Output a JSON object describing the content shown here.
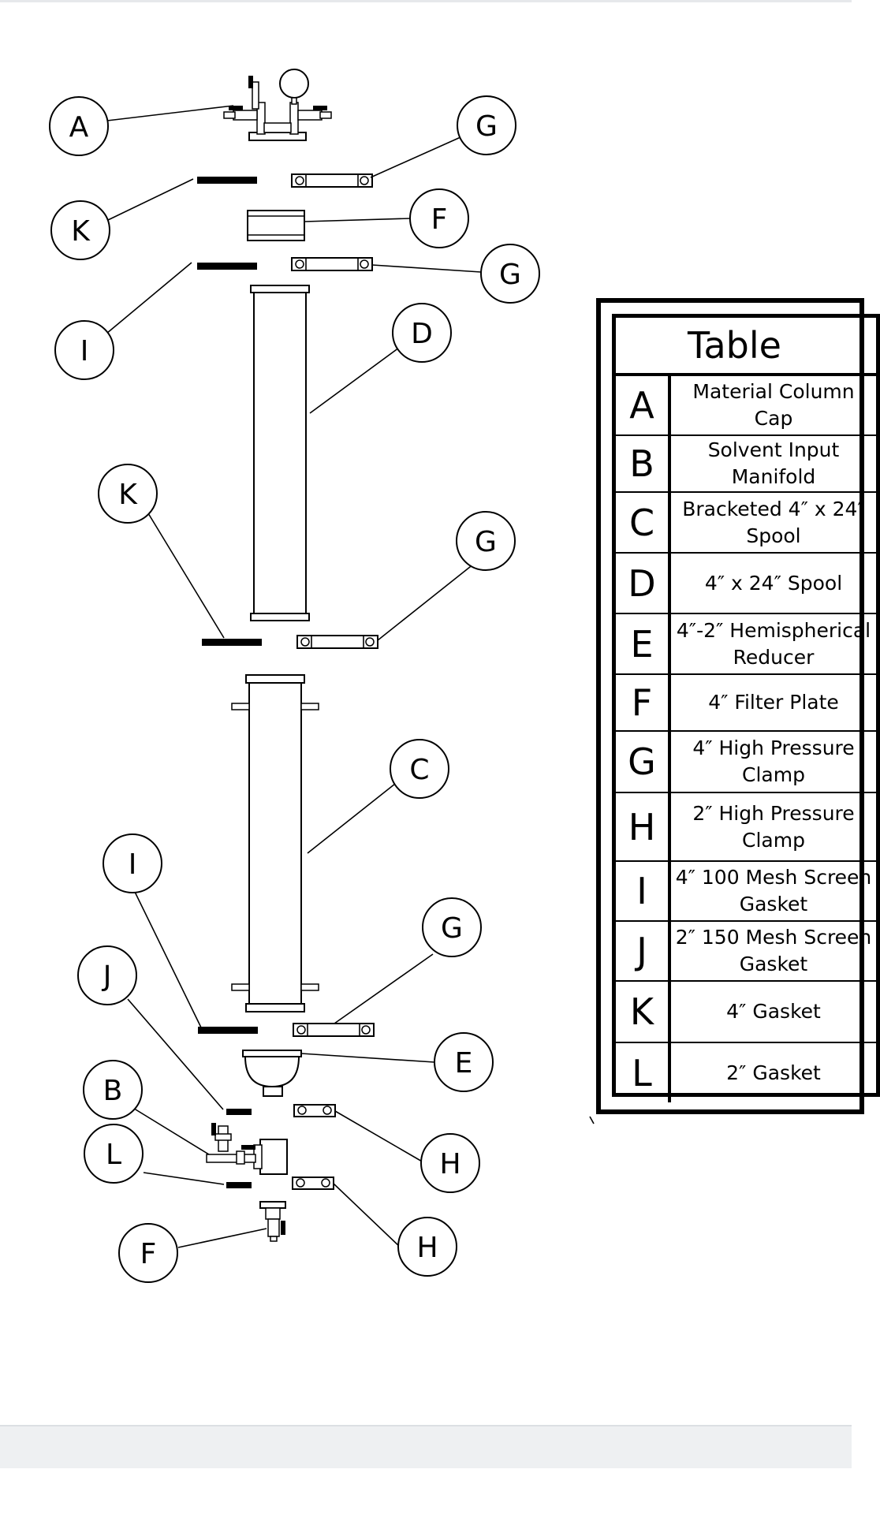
{
  "callouts": [
    "A",
    "G",
    "K",
    "F",
    "G",
    "I",
    "D",
    "K",
    "G",
    "C",
    "I",
    "G",
    "J",
    "E",
    "B",
    "H",
    "L",
    "H",
    "F"
  ],
  "legend": {
    "title": "Table",
    "rows": [
      {
        "key": "A",
        "desc": "Material Column\nCap"
      },
      {
        "key": "B",
        "desc": "Solvent Input\nManifold"
      },
      {
        "key": "C",
        "desc": "Bracketed 4″ x 24″\nSpool"
      },
      {
        "key": "D",
        "desc": "4″ x 24″ Spool"
      },
      {
        "key": "E",
        "desc": "4″-2″ Hemispherical\nReducer"
      },
      {
        "key": "F",
        "desc": "4″ Filter Plate"
      },
      {
        "key": "G",
        "desc": "4″ High Pressure\nClamp"
      },
      {
        "key": "H",
        "desc": "2″ High Pressure\nClamp"
      },
      {
        "key": "I",
        "desc": "4″ 100 Mesh Screen\nGasket"
      },
      {
        "key": "J",
        "desc": "2″ 150 Mesh Screen\nGasket"
      },
      {
        "key": "K",
        "desc": "4″ Gasket"
      },
      {
        "key": "L",
        "desc": "2″ Gasket"
      }
    ]
  }
}
